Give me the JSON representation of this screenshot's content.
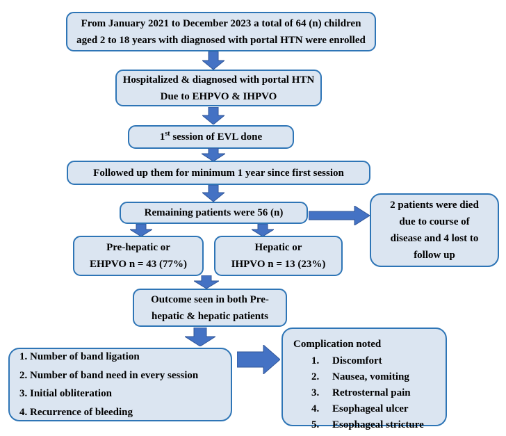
{
  "palette": {
    "box_fill": "#dbe5f1",
    "box_border": "#2e75b6",
    "arrow_fill": "#4472c4",
    "arrow_stroke": "#2f5597",
    "text_color": "#000000",
    "page_bg": "#ffffff"
  },
  "boxes": {
    "enrollment": {
      "lines": [
        "From January 2021 to December 2023 a total of 64 (n) children",
        "aged 2 to 18 years with diagnosed with portal HTN were enrolled"
      ]
    },
    "hospitalized": {
      "lines": [
        "Hospitalized & diagnosed with portal HTN",
        "Due to EHPVO & IHPVO"
      ]
    },
    "evl_session": {
      "number": "1",
      "ordinal": "st",
      "rest": " session of EVL done"
    },
    "followup": {
      "lines": [
        "Followed up them for minimum 1 year since first session"
      ]
    },
    "remaining": {
      "lines": [
        "Remaining patients were 56 (n)"
      ]
    },
    "dropout": {
      "lines": [
        "2 patients were died",
        "due to course of",
        "disease and 4 lost to",
        "follow up"
      ]
    },
    "prehepatic": {
      "lines": [
        "Pre-hepatic or",
        "EHPVO n = 43 (77%)"
      ]
    },
    "hepatic": {
      "lines": [
        "Hepatic or",
        "IHPVO n = 13 (23%)"
      ]
    },
    "outcome": {
      "lines": [
        "Outcome seen in both Pre-",
        "hepatic & hepatic patients"
      ]
    },
    "outcome_measures": {
      "lines": [
        "1. Number of band ligation",
        "2. Number of band need in every session",
        "3. Initial obliteration",
        "4. Recurrence of bleeding"
      ]
    },
    "complications": {
      "title": "Complication noted",
      "items": [
        {
          "num": "1.",
          "label": "Discomfort"
        },
        {
          "num": "2.",
          "label": "Nausea, vomiting"
        },
        {
          "num": "3.",
          "label": "Retrosternal pain"
        },
        {
          "num": "4.",
          "label": "Esophageal ulcer"
        },
        {
          "num": "5.",
          "label": "Esophageal stricture"
        }
      ]
    }
  }
}
